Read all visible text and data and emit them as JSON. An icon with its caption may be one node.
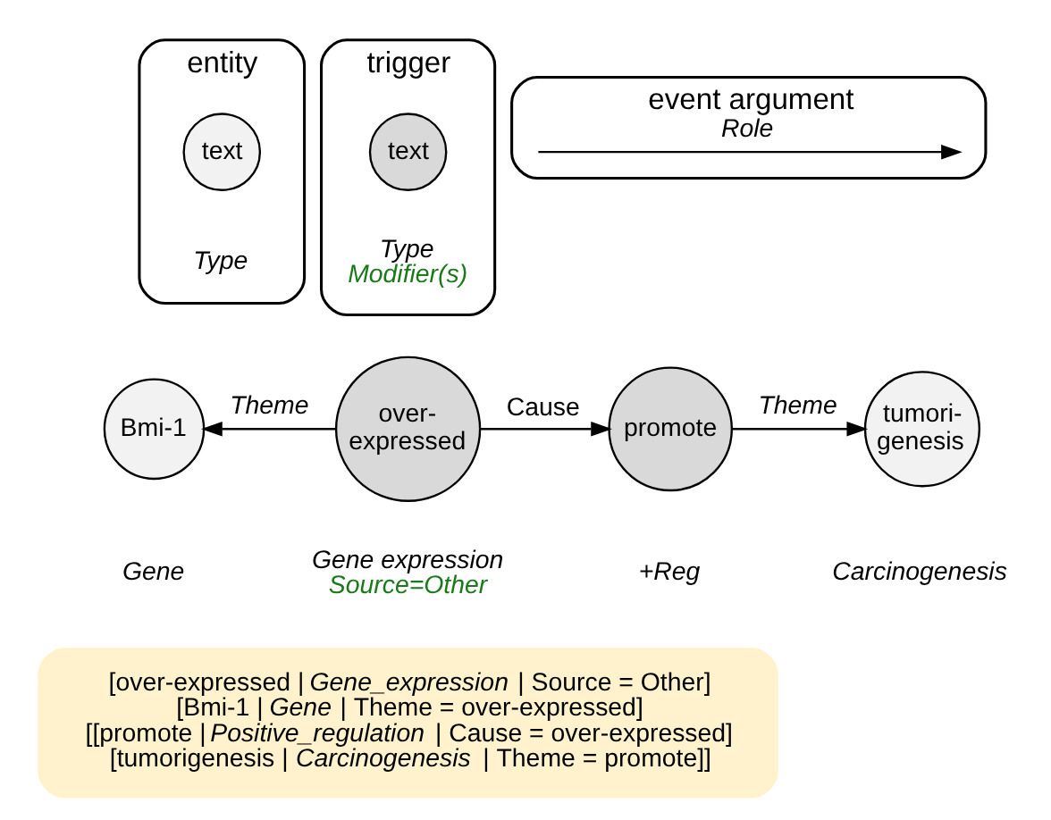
{
  "diagram": {
    "nodes": [
      {
        "text": [
          "entity"
        ]
      },
      {
        "text": [
          "text"
        ],
        "in": 0,
        "beside": [
          "Type"
        ]
      },
      {
        "text": [
          "trigger"
        ]
      },
      {
        "text": [
          "text"
        ],
        "in": 2,
        "beside": [
          "Type",
          "Modifier(s)"
        ]
      },
      {
        "text": [
          "event argument"
        ]
      },
      {
        "text": [
          "Bmi-1"
        ],
        "beside": [
          "Gene"
        ]
      },
      {
        "text": [
          "over- expressed"
        ],
        "beside": [
          "Gene expression",
          "Source=Other"
        ]
      },
      {
        "text": [
          "promote"
        ],
        "beside": [
          "+Reg"
        ]
      },
      {
        "text": [
          "tumori- genesis"
        ],
        "beside": [
          "Carcinogenesis"
        ]
      },
      {
        "text": [
          "[over-expressed | *Gene_expression* | Source = Other]",
          "[Bmi-1 | *Gene* | Theme = over-expressed]",
          "[[promote | *Positive_regulation* | Cause = over-expressed]",
          "[tumorigenesis | *Carcinogenesis* | Theme = promote]]"
        ]
      }
    ],
    "edges": [
      {
        "from": 6,
        "to": 5,
        "arrow": "to",
        "label": "Theme"
      },
      {
        "from": 6,
        "to": 7,
        "arrow": "to",
        "label": "Cause"
      },
      {
        "from": 7,
        "to": 8,
        "arrow": "to",
        "label": "Theme"
      }
    ],
    "legend": [
      {
        "text": "Role"
      }
    ]
  }
}
